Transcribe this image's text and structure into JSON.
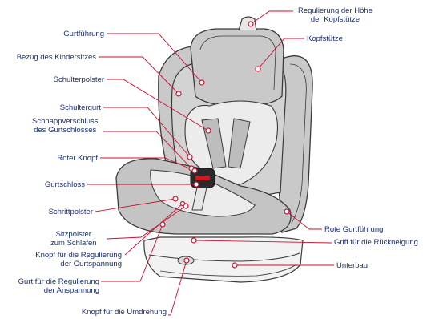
{
  "labels": {
    "headrest_height": [
      "Regulierung der Höhe",
      "der Kopfstütze"
    ],
    "headrest": "Kopfstütze",
    "belt_guide": "Gurtführung",
    "seat_cover": "Bezug des Kindersitzes",
    "shoulder_pad": "Schulterpolster",
    "shoulder_belt": "Schultergurt",
    "buckle_snap": [
      "Schnappverschluss",
      "des Gurtschlosses"
    ],
    "red_button": "Roter Knopf",
    "buckle": "Gurtschloss",
    "crotch_pad": "Schrittpolster",
    "sleep_pad": [
      "Sitzpolster",
      "zum Schlafen"
    ],
    "tension_button": [
      "Knopf für die Regulierung",
      "der Gurtspannung"
    ],
    "tension_belt": [
      "Gurt für die Regulierung",
      "der Anspannung"
    ],
    "rotation_button": "Knopf für die Umdrehung",
    "red_belt_guide": "Rote Gurtführung",
    "recline_handle": "Griff für die Rückneigung",
    "base": "Unterbau"
  },
  "colors": {
    "label_text": "#1a2f6b",
    "leader_line": "#c8102e",
    "seat_gray": "#c9c9c9",
    "seat_light": "#e6e6e6",
    "outline": "#3a3a3a",
    "buckle_red": "#d4161e"
  }
}
